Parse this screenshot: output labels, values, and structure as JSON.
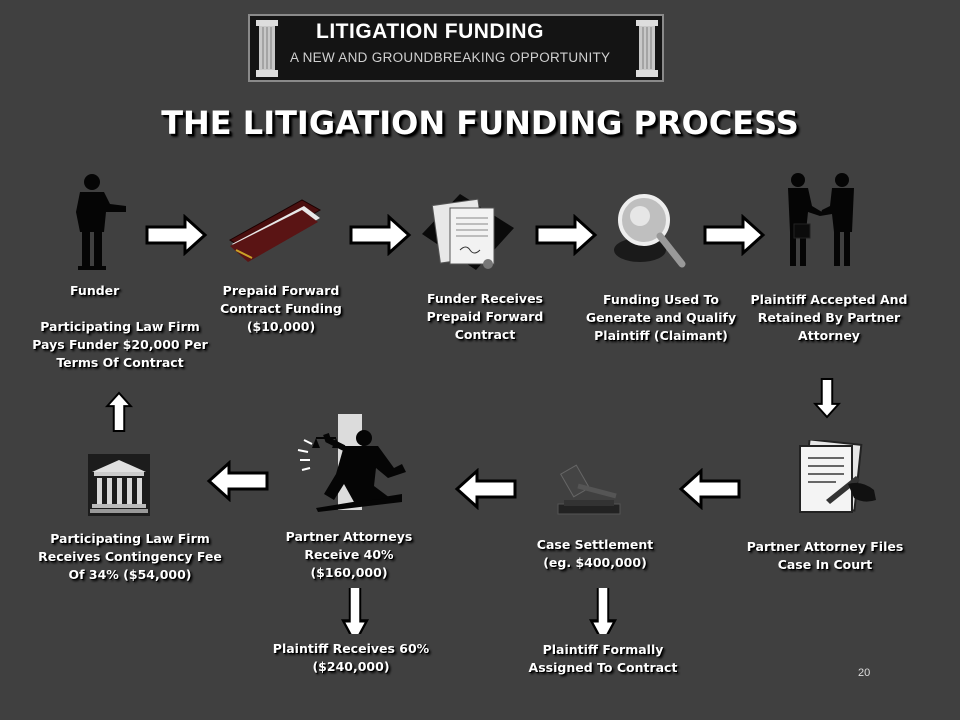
{
  "banner": {
    "title": "LITIGATION FUNDING",
    "subtitle": "A NEW AND GROUNDBREAKING OPPORTUNITY"
  },
  "title": "THE LITIGATION FUNDING PROCESS",
  "steps": {
    "funder": "Funder",
    "funder_paid": "Participating Law Firm\nPays Funder $20,000 Per\nTerms Of Contract",
    "prepaid_funding": "Prepaid Forward\nContract  Funding\n($10,000)",
    "funder_receives": "Funder Receives\nPrepaid Forward\nContract",
    "funding_used": "Funding Used To\nGenerate and Qualify\nPlaintiff (Claimant)",
    "plaintiff_accepted": "Plaintiff Accepted And\nRetained By Partner\nAttorney",
    "attorney_files": "Partner Attorney Files\nCase In Court",
    "case_settlement": "Case Settlement\n(eg. $400,000)",
    "plaintiff_assigned": "Plaintiff Formally\nAssigned To Contract",
    "partner_receive": "Partner Attorneys\nReceive 40%\n($160,000)",
    "plaintiff_receives": "Plaintiff Receives 60%\n($240,000)",
    "law_firm_fee": "Participating Law Firm\nReceives Contingency Fee\nOf 34% ($54,000)"
  },
  "page_number": "20"
}
